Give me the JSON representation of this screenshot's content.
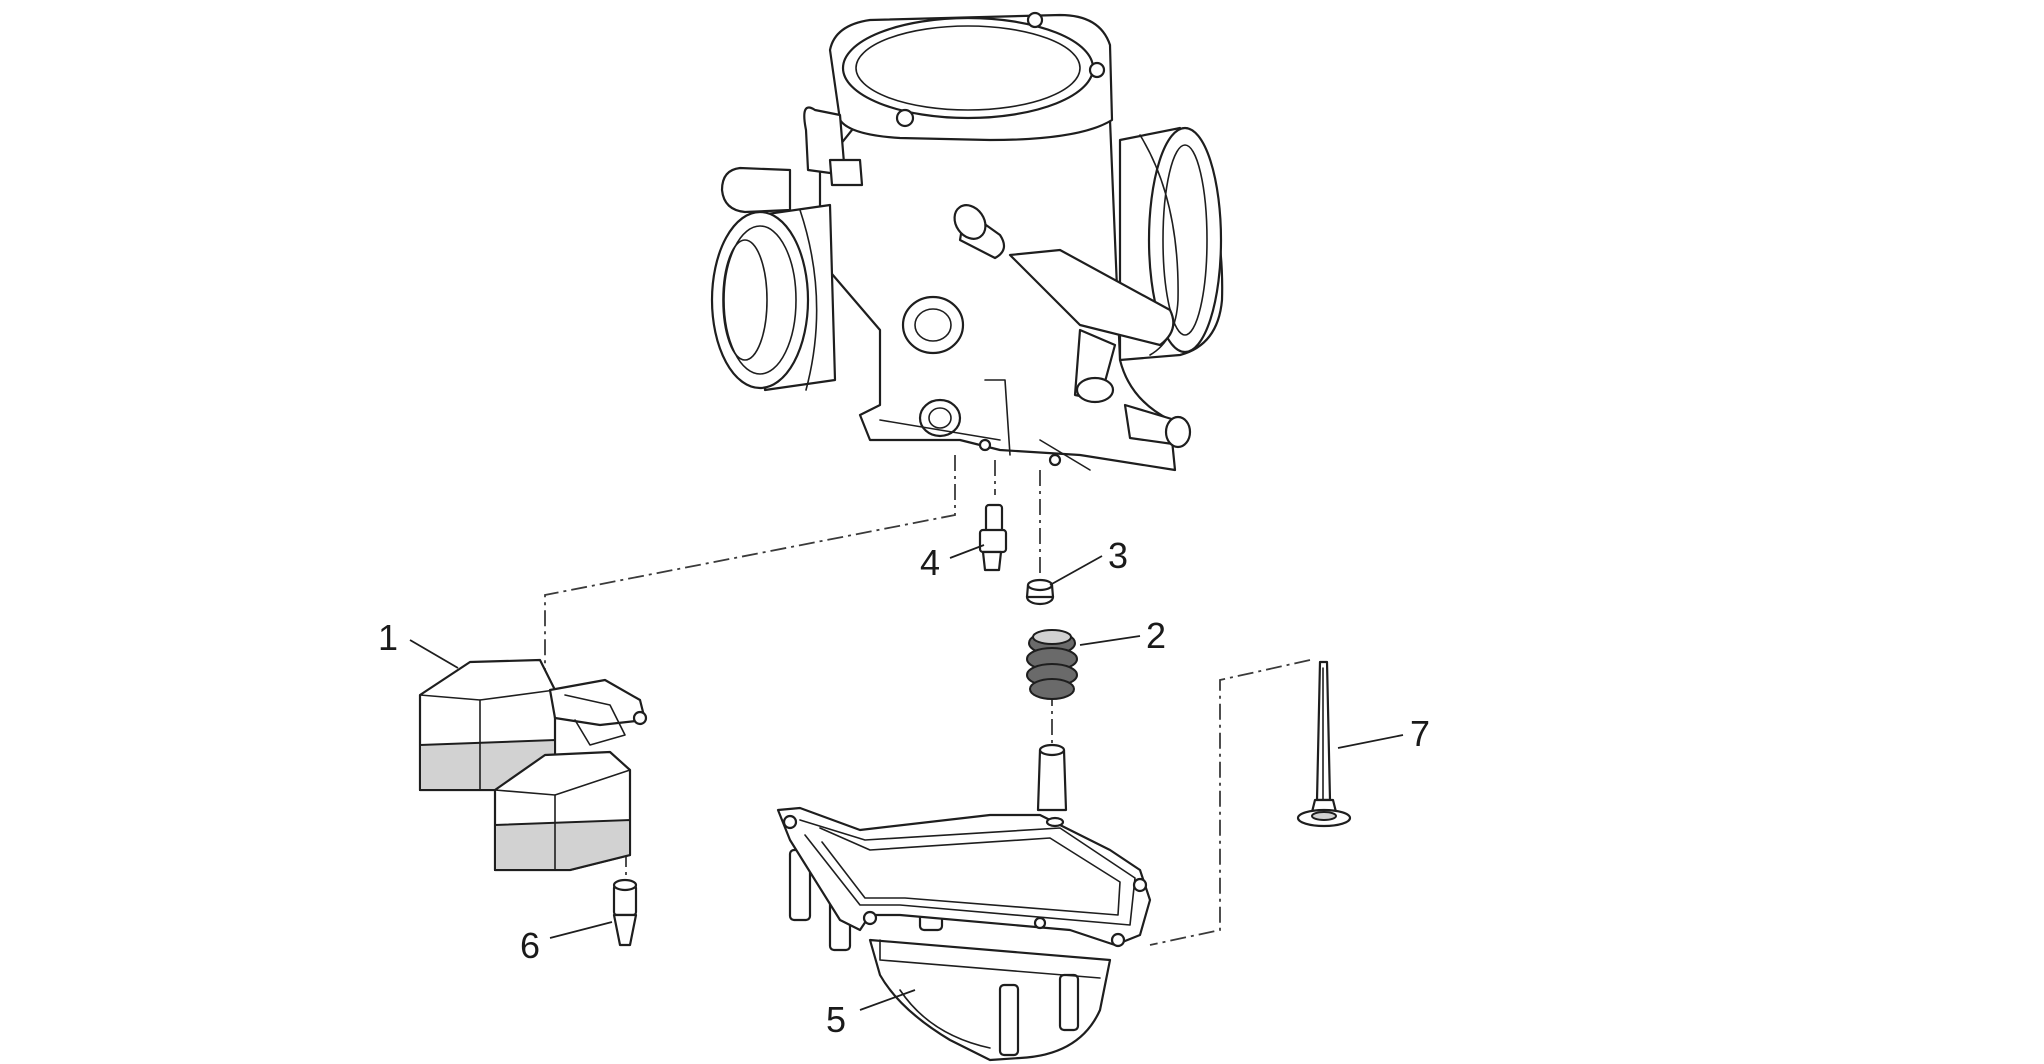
{
  "callouts": {
    "n1": "1",
    "n2": "2",
    "n3": "3",
    "n4": "4",
    "n5": "5",
    "n6": "6",
    "n7": "7"
  },
  "colors": {
    "line": "#1e1e1e",
    "shade": "#d2d2d2",
    "background": "#ffffff"
  }
}
